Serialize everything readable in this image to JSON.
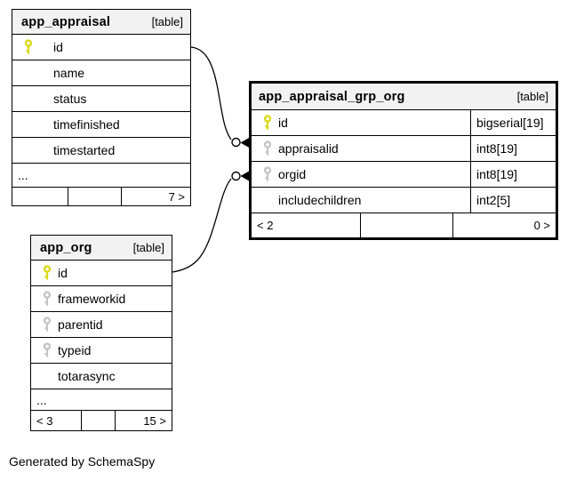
{
  "diagram": {
    "credit": "Generated by SchemaSpy"
  },
  "colors": {
    "primary_key": "#d9d919",
    "foreign_key": "#c4c4c4",
    "header_bg": "#f2f2f2",
    "line": "#000000"
  },
  "tables": [
    {
      "title": "app_appraisal",
      "badge": "[table]",
      "columns": [
        {
          "name": "id",
          "key": "primary"
        },
        {
          "name": "name",
          "key": "none"
        },
        {
          "name": "status",
          "key": "none"
        },
        {
          "name": "timefinished",
          "key": "none"
        },
        {
          "name": "timestarted",
          "key": "none"
        }
      ],
      "ellipsis": "...",
      "footer": {
        "left": "",
        "middle": "",
        "right": "7 >"
      }
    },
    {
      "title": "app_appraisal_grp_org",
      "badge": "[table]",
      "columns": [
        {
          "name": "id",
          "type": "bigserial[19]",
          "key": "primary"
        },
        {
          "name": "appraisalid",
          "type": "int8[19]",
          "key": "foreign"
        },
        {
          "name": "orgid",
          "type": "int8[19]",
          "key": "foreign"
        },
        {
          "name": "includechildren",
          "type": "int2[5]",
          "key": "none"
        }
      ],
      "footer": {
        "left": "< 2",
        "middle": "",
        "right": "0 >"
      }
    },
    {
      "title": "app_org",
      "badge": "[table]",
      "columns": [
        {
          "name": "id",
          "key": "primary"
        },
        {
          "name": "frameworkid",
          "key": "foreign"
        },
        {
          "name": "parentid",
          "key": "foreign"
        },
        {
          "name": "typeid",
          "key": "foreign"
        },
        {
          "name": "totarasync",
          "key": "none"
        }
      ],
      "ellipsis": "...",
      "footer": {
        "left": "< 3",
        "middle": "",
        "right": "15 >"
      }
    }
  ],
  "relationships": [
    {
      "from": "app_appraisal.id",
      "to": "app_appraisal_grp_org.appraisalid"
    },
    {
      "from": "app_org.id",
      "to": "app_appraisal_grp_org.orgid"
    }
  ]
}
